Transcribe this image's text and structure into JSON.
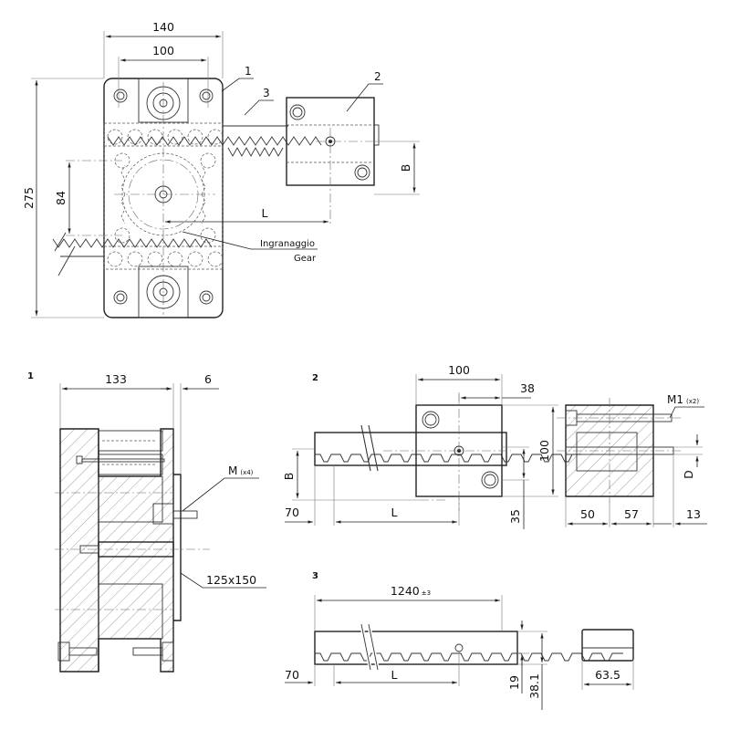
{
  "top_view": {
    "dims": {
      "width_140": "140",
      "width_100": "100",
      "height_275": "275",
      "dim_84": "84",
      "dim_L": "L",
      "dim_B": "B"
    },
    "callouts": {
      "c1": "1",
      "c2": "2",
      "c3": "3"
    },
    "gear_note": {
      "it": "Ingranaggio",
      "en": "Gear"
    }
  },
  "view_1": {
    "ref": "1",
    "dims": {
      "w133": "133",
      "w6": "6",
      "m_label": "M",
      "m_count": "(x4)",
      "plate": "125x150"
    }
  },
  "view_2": {
    "ref": "2",
    "dims": {
      "w100": "100",
      "w38": "38",
      "h100": "100",
      "B": "B",
      "w70": "70",
      "L": "L",
      "w35": "35",
      "w50": "50",
      "w57": "57",
      "w13": "13",
      "m1_label": "M1",
      "m1_count": "(x2)",
      "D": "D"
    }
  },
  "view_3": {
    "ref": "3",
    "dims": {
      "len": "1240",
      "len_tol": "±3",
      "w70": "70",
      "L": "L",
      "h19": "19",
      "h38": "38.1",
      "w63": "63.5"
    }
  }
}
